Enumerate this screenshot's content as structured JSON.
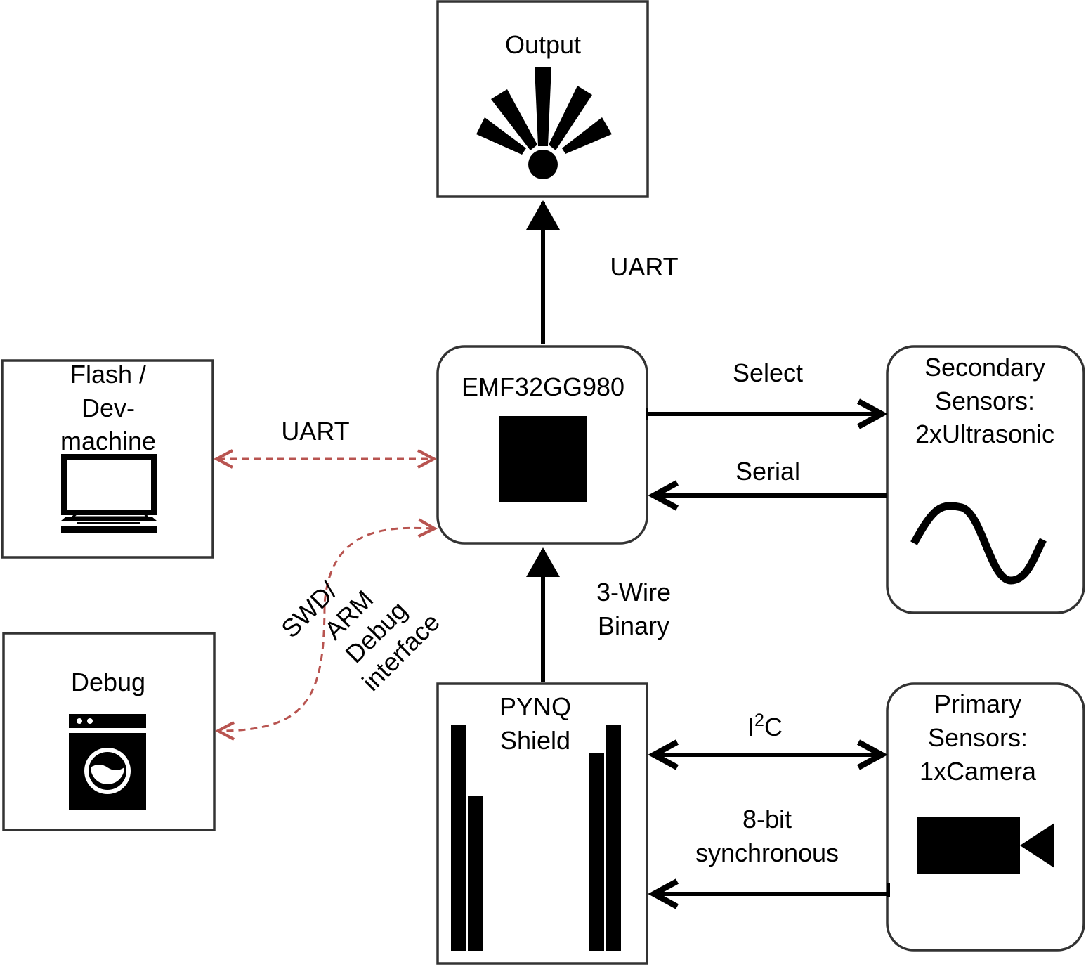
{
  "nodes": {
    "output": {
      "label": "Output",
      "icon": "speaker-icon"
    },
    "mcu": {
      "label": "EMF32GG980",
      "icon": "chip-icon"
    },
    "flash": {
      "line1": "Flash /",
      "line2": "Dev-",
      "line3": "machine",
      "icon": "computer-icon"
    },
    "debug": {
      "label": "Debug",
      "icon": "washing-machine-icon"
    },
    "pynq": {
      "line1": "PYNQ",
      "line2": "Shield",
      "icon": "bars-icon"
    },
    "secondary": {
      "line1": "Secondary",
      "line2": "Sensors:",
      "line3": "2xUltrasonic",
      "icon": "sine-wave-icon"
    },
    "primary": {
      "line1": "Primary",
      "line2": "Sensors:",
      "line3": "1xCamera",
      "icon": "video-camera-icon"
    }
  },
  "edges": {
    "uart_out": "UART",
    "uart_flash": "UART",
    "swd": {
      "line1": "SWD/",
      "line2": "ARM",
      "line3": "Debug",
      "line4": "interface"
    },
    "select": "Select",
    "serial": "Serial",
    "three_wire": {
      "line1": "3-Wire",
      "line2": "Binary"
    },
    "i2c": {
      "base": "I",
      "sup": "2",
      "tail": "C"
    },
    "sync": {
      "line1": "8-bit",
      "line2": "synchronous"
    }
  },
  "colors": {
    "dashed_link": "#b85450",
    "stroke": "#333333",
    "ink": "#000000"
  }
}
